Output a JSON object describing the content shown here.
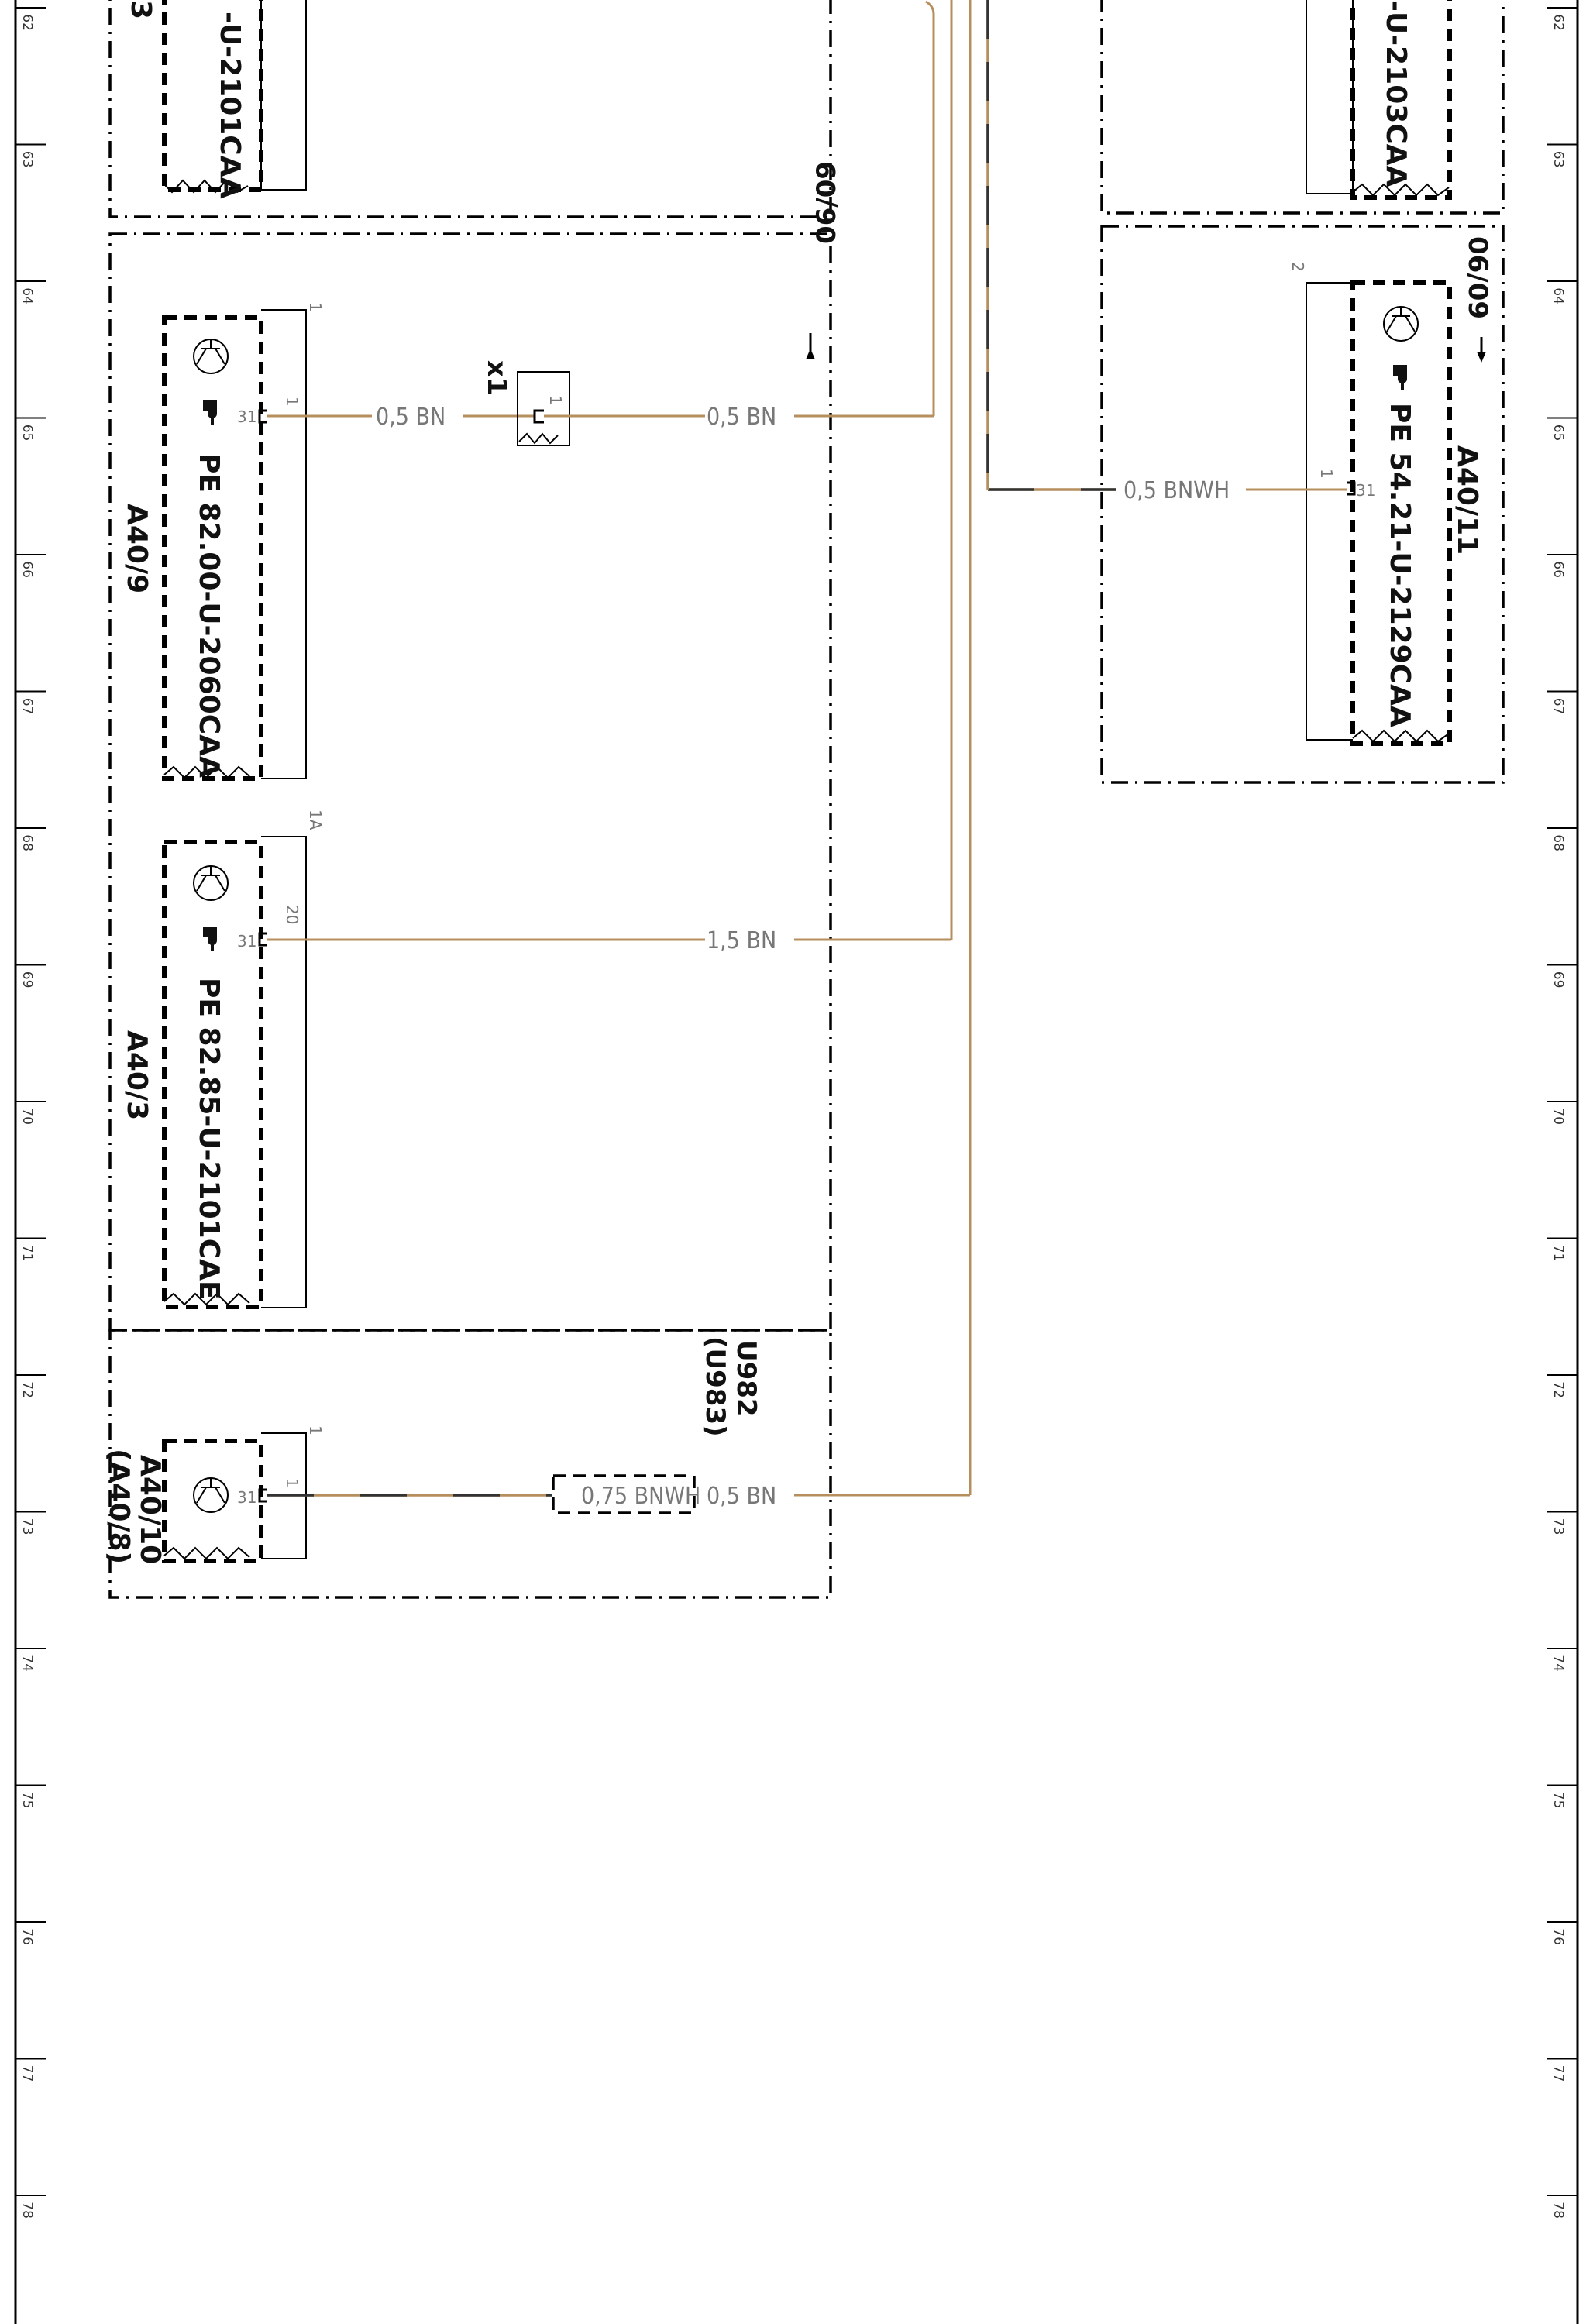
{
  "row_numbers": [
    "62",
    "63",
    "64",
    "65",
    "66",
    "67",
    "68",
    "69",
    "70",
    "71",
    "72",
    "73",
    "74",
    "75",
    "76",
    "77",
    "78"
  ],
  "left_top_component": {
    "partno": "-U-2101CAA",
    "fragment": "3"
  },
  "right_top_component": {
    "partno": "-U-2103CAA"
  },
  "a40_9": {
    "id": "A40/9",
    "partno": "PE  82.00-U-2060CAA",
    "corner_pin": "1",
    "pin": "31",
    "pin_in": "1",
    "wire_label": "0,5 BN",
    "connector_name": "x1",
    "connector_pin": "1",
    "wire_label_out": "0,5 BN",
    "ref": "06/09"
  },
  "a40_3": {
    "id": "A40/3",
    "partno": "PE  82.85-U-2101CAE",
    "corner_pin": "1A",
    "pin": "31",
    "pin_in": "20",
    "wire_label": "1,5 BN"
  },
  "a40_10": {
    "id": "A40/10",
    "alt_id": "(A40/8)",
    "corner_pin": "1",
    "pin": "31",
    "pin_in": "1",
    "wire_label_1": "0,75 BNWH",
    "wire_label_2": "0,5 BN",
    "variant": "U982",
    "variant_alt": "(U983)"
  },
  "a40_11": {
    "id": "A40/11",
    "partno": "PE  54.21-U-2129CAA",
    "corner_pin": "2",
    "pin": "31",
    "pin_in": "1",
    "wire_label": "0,5 BNWH",
    "ref": "06/09"
  },
  "colors": {
    "wire": "#b58f5e",
    "line": "#000000"
  },
  "icons": [
    "transistor-icon",
    "hand-pointer-icon"
  ]
}
